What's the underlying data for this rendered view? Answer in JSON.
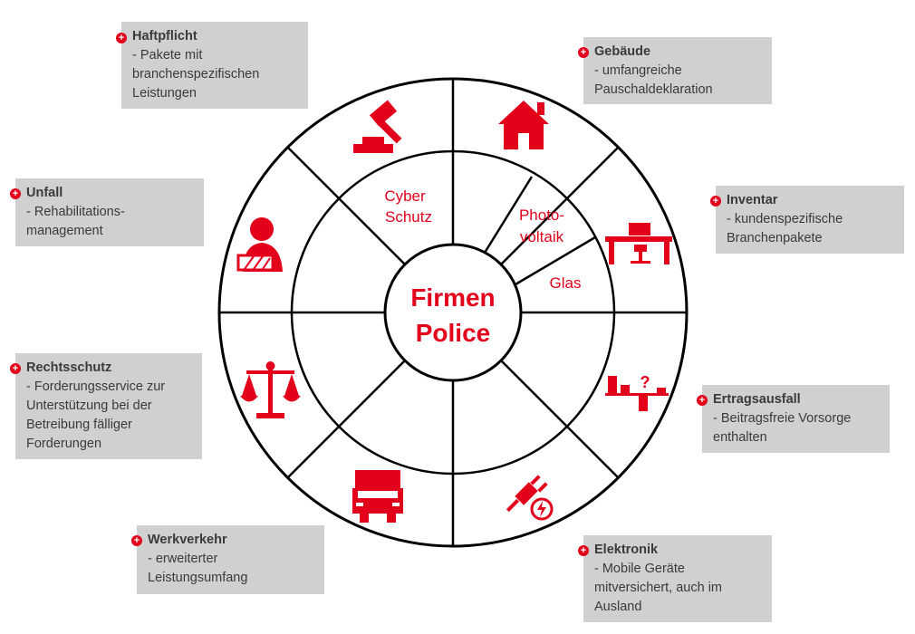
{
  "center": {
    "line1": "Firmen",
    "line2": "Police"
  },
  "inner_segments": {
    "cyber": [
      "Cyber",
      "Schutz"
    ],
    "photovoltaik": [
      "Photo-",
      "voltaik"
    ],
    "glas": "Glas"
  },
  "bullet_symbol": "+",
  "colors": {
    "accent": "#e2001a",
    "card": "#d0d0d0",
    "text": "#3a3a3a"
  },
  "cards": {
    "haftpflicht": {
      "title": "Haftpflicht",
      "desc": [
        "- Pakete mit",
        "branchenspezifischen",
        "Leistungen"
      ],
      "icon": "gavel-icon"
    },
    "gebaeude": {
      "title": "Gebäude",
      "desc": [
        "- umfangreiche",
        "Pauschaldeklaration"
      ],
      "icon": "house-icon"
    },
    "unfall": {
      "title": "Unfall",
      "desc": [
        "- Rehabilitations-",
        "management"
      ],
      "icon": "injured-person-icon"
    },
    "inventar": {
      "title": "Inventar",
      "desc": [
        "- kundenspezifische",
        "Branchenpakete"
      ],
      "icon": "office-desk-icon"
    },
    "rechtsschutz": {
      "title": "Rechtsschutz",
      "desc": [
        "- Forderungsservice zur",
        "Unterstützung bei der",
        "Betreibung fälliger",
        "Forderungen"
      ],
      "icon": "scales-icon"
    },
    "ertragsausfall": {
      "title": "Ertragsausfall",
      "desc": [
        "- Beitragsfreie Vorsorge",
        "enthalten"
      ],
      "icon": "revenue-question-icon"
    },
    "werkverkehr": {
      "title": "Werkverkehr",
      "desc": [
        "- erweiterter",
        "Leistungsumfang"
      ],
      "icon": "truck-icon"
    },
    "elektronik": {
      "title": "Elektronik",
      "desc": [
        "- Mobile Geräte",
        "mitversichert, auch im",
        "Ausland"
      ],
      "icon": "plug-icon"
    }
  }
}
